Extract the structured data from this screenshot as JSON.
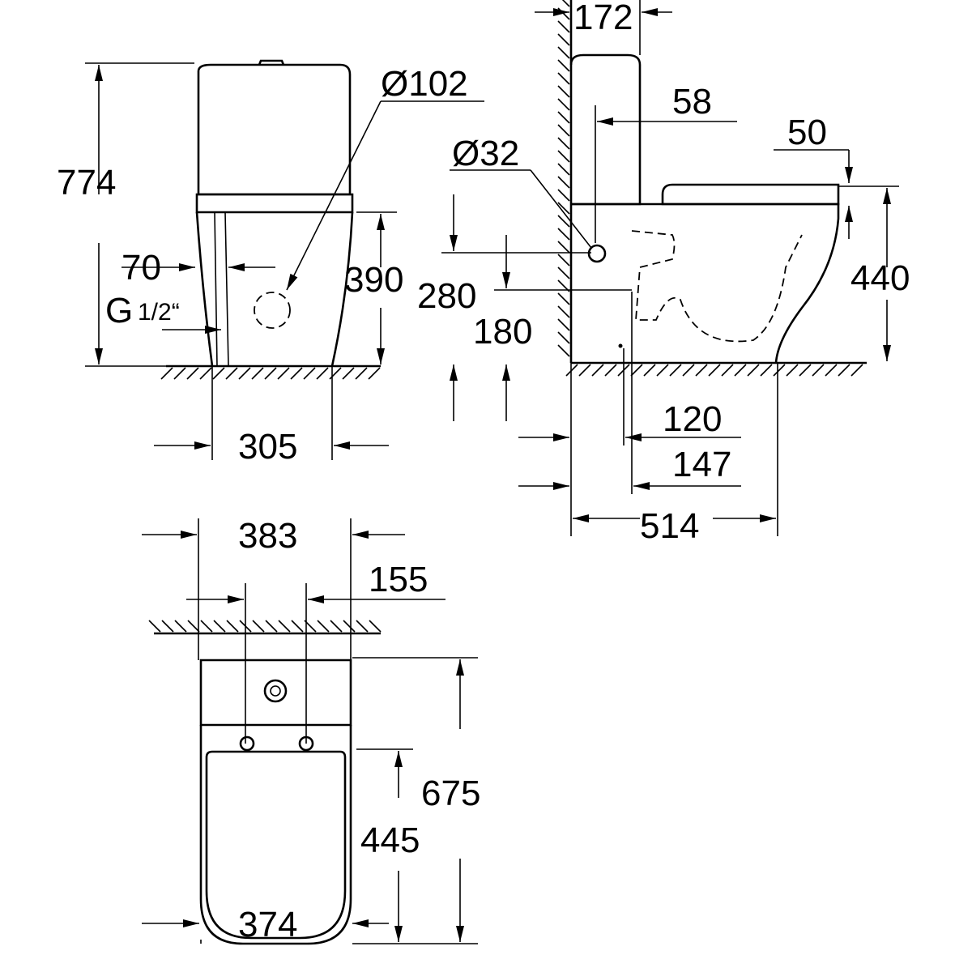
{
  "drawing": {
    "front_view": {
      "height_total": "774",
      "drain_diameter": "Ø102",
      "inlet_offset": "70",
      "drain_height": "390",
      "inlet_thread": "G",
      "inlet_fraction": "1/2“",
      "base_width": "305"
    },
    "side_view": {
      "tank_depth": "172",
      "inlet_offset": "58",
      "inlet_diameter": "Ø32",
      "seat_thickness": "50",
      "inlet_height": "280",
      "drain_height": "180",
      "seat_height": "440",
      "drain_to_wall": "120",
      "drain_center": "147",
      "length": "514"
    },
    "top_view": {
      "width": "383",
      "bolt_spacing": "155",
      "depth": "675",
      "seat_length": "445",
      "bowl_width": "374"
    }
  }
}
